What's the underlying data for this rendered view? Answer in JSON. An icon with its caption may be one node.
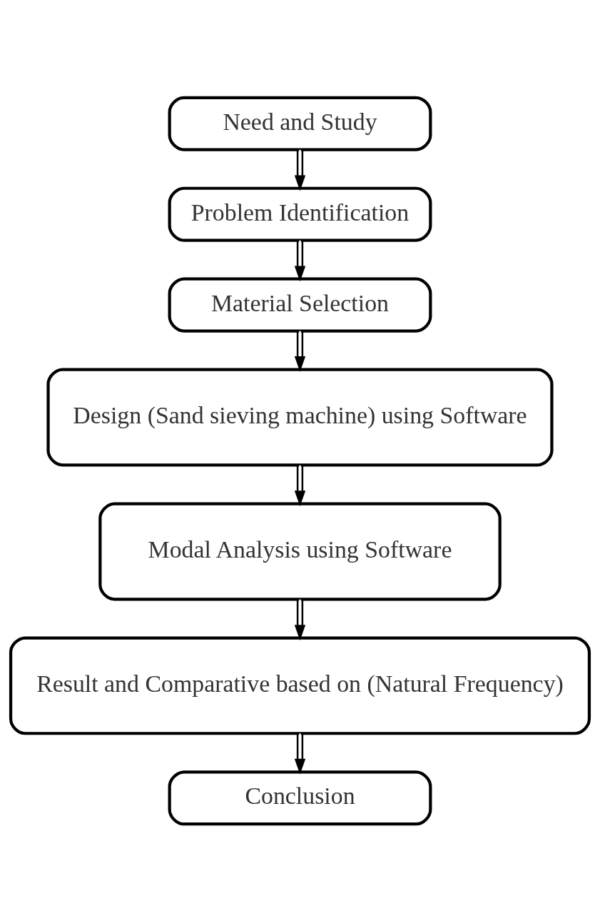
{
  "diagram": {
    "nodes": [
      {
        "text": [
          "Need and Study"
        ]
      },
      {
        "text": [
          "Problem Identification"
        ]
      },
      {
        "text": [
          "Material Selection"
        ]
      },
      {
        "text": [
          "Design (Sand sieving machine) using Software"
        ]
      },
      {
        "text": [
          "Modal Analysis using Software"
        ]
      },
      {
        "text": [
          "Result and Comparative based on (Natural Frequency)"
        ]
      },
      {
        "text": [
          "Conclusion"
        ]
      }
    ],
    "edges": [
      {
        "from": 0,
        "to": 1,
        "arrow": "to"
      },
      {
        "from": 1,
        "to": 2,
        "arrow": "to"
      },
      {
        "from": 2,
        "to": 3,
        "arrow": "to"
      },
      {
        "from": 3,
        "to": 4,
        "arrow": "to"
      },
      {
        "from": 4,
        "to": 5,
        "arrow": "to"
      },
      {
        "from": 5,
        "to": 6,
        "arrow": "to"
      }
    ]
  }
}
